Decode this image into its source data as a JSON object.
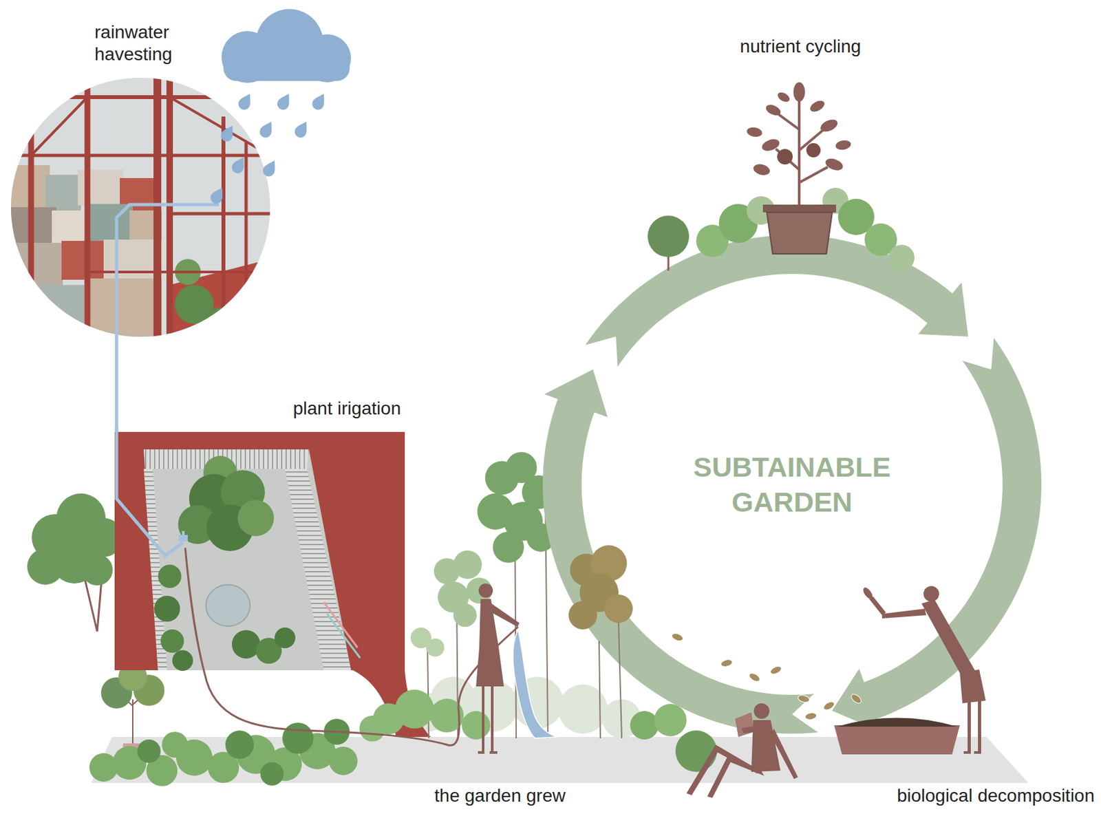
{
  "diagram": {
    "nodes": [
      {
        "text": [
          "rainwater havesting"
        ]
      },
      {
        "text": [
          "plant irigation"
        ]
      },
      {
        "text": [
          "SUBTAINABLE GARDEN"
        ]
      }
    ],
    "edges": [
      {
        "from": 0,
        "to": 1,
        "arrow": "none"
      }
    ],
    "labels": [
      "nutrient cycling",
      "the garden grew",
      "biological decomposition"
    ]
  }
}
